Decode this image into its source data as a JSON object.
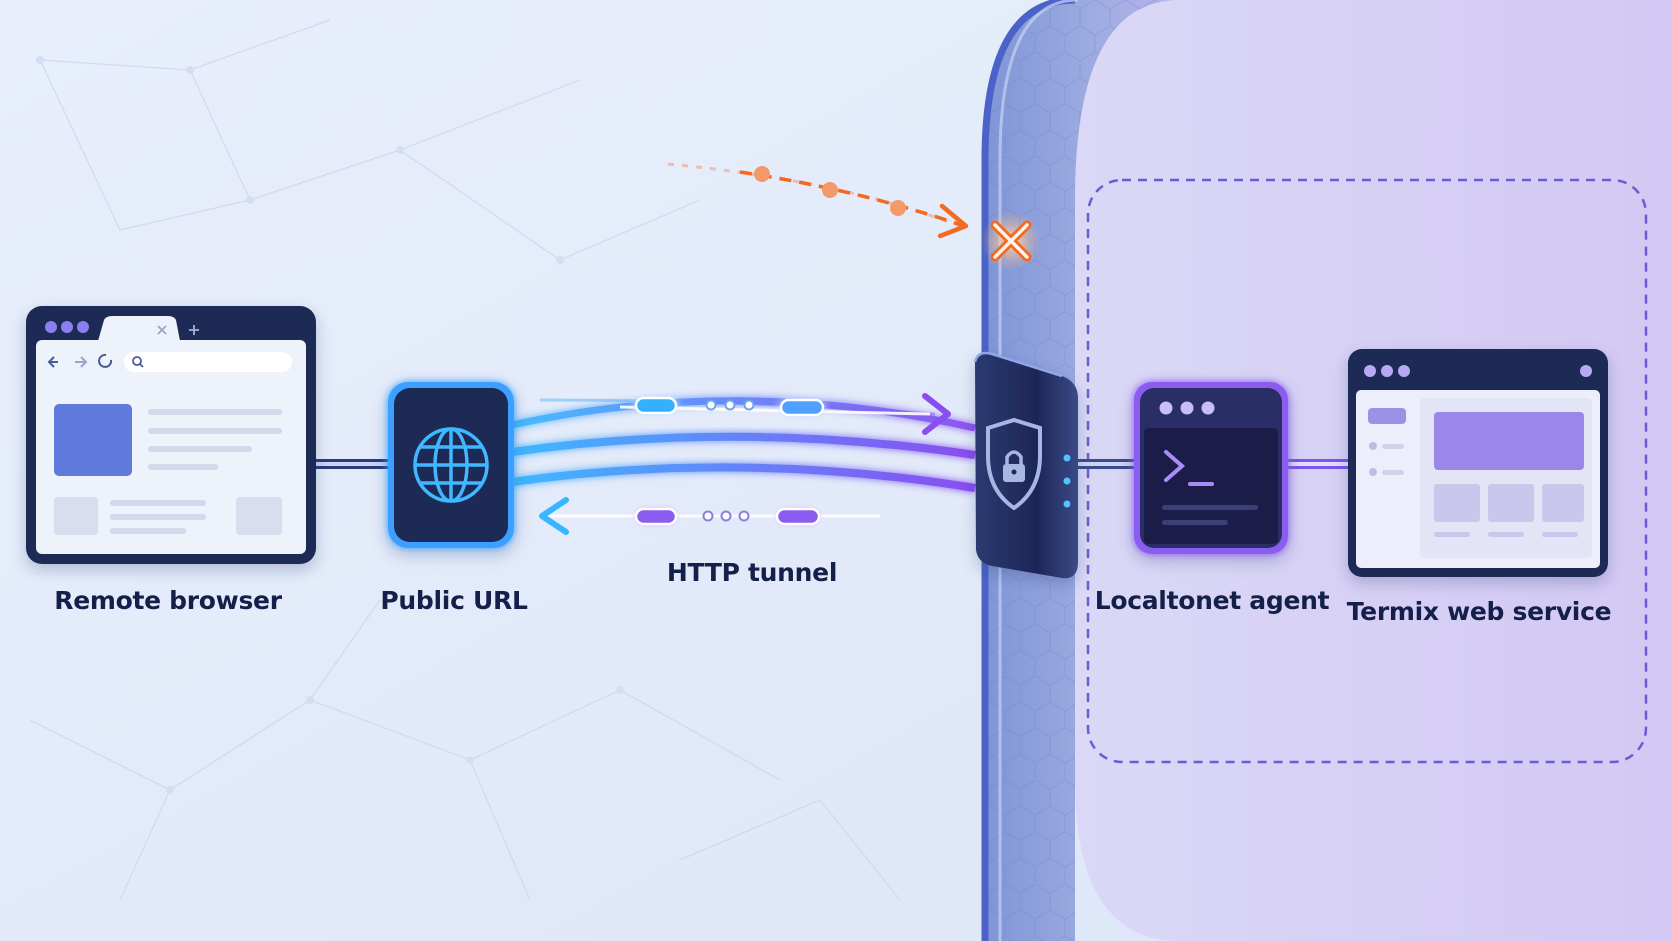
{
  "diagram": {
    "labels": {
      "remote_browser": "Remote browser",
      "public_url": "Public URL",
      "http_tunnel": "HTTP tunnel",
      "agent": "Localtonet agent",
      "service": "Termix web service"
    },
    "icons": {
      "remote_browser": "browser-window-icon",
      "public_url": "globe-icon",
      "firewall": "shield-lock-icon",
      "agent": "terminal-icon",
      "service": "web-app-window-icon",
      "blocked": "x-mark-icon"
    },
    "colors": {
      "background": "#e4ecf9",
      "private_zone": "#d9d2f5",
      "dark_node": "#1f2a55",
      "tunnel_blue": "#3fb8ff",
      "tunnel_purple": "#8a4df0",
      "blocked_orange": "#f26a22",
      "label_text": "#15204a"
    }
  }
}
